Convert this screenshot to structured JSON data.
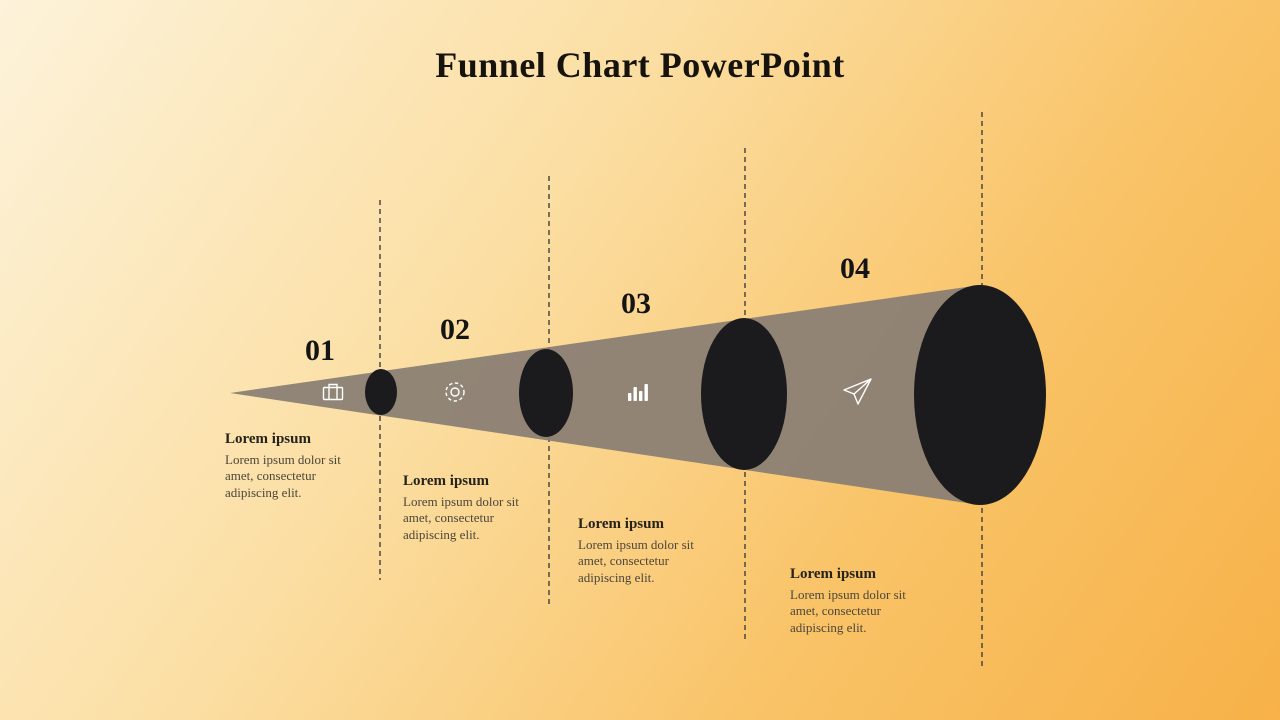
{
  "title": "Funnel Chart PowerPoint",
  "colors": {
    "background_light": "#fdf3da",
    "background_dark": "#f7b148",
    "cone": "#8b8074",
    "ellipse": "#1b1b1d",
    "dashed_line": "#3f3f3f",
    "icon": "#ffffff",
    "heading_text": "#26221c",
    "body_text": "#4c463b"
  },
  "stages": [
    {
      "number": "01",
      "icon": "briefcase-icon",
      "heading": "Lorem ipsum",
      "body": "Lorem ipsum dolor sit amet, consectetur adipiscing elit."
    },
    {
      "number": "02",
      "icon": "gear-icon",
      "heading": "Lorem ipsum",
      "body": "Lorem ipsum dolor sit amet, consectetur adipiscing elit."
    },
    {
      "number": "03",
      "icon": "bar-chart-icon",
      "heading": "Lorem ipsum",
      "body": "Lorem ipsum dolor sit amet, consectetur adipiscing elit."
    },
    {
      "number": "04",
      "icon": "paper-plane-icon",
      "heading": "Lorem ipsum",
      "body": "Lorem ipsum dolor sit amet, consectetur adipiscing elit."
    }
  ]
}
